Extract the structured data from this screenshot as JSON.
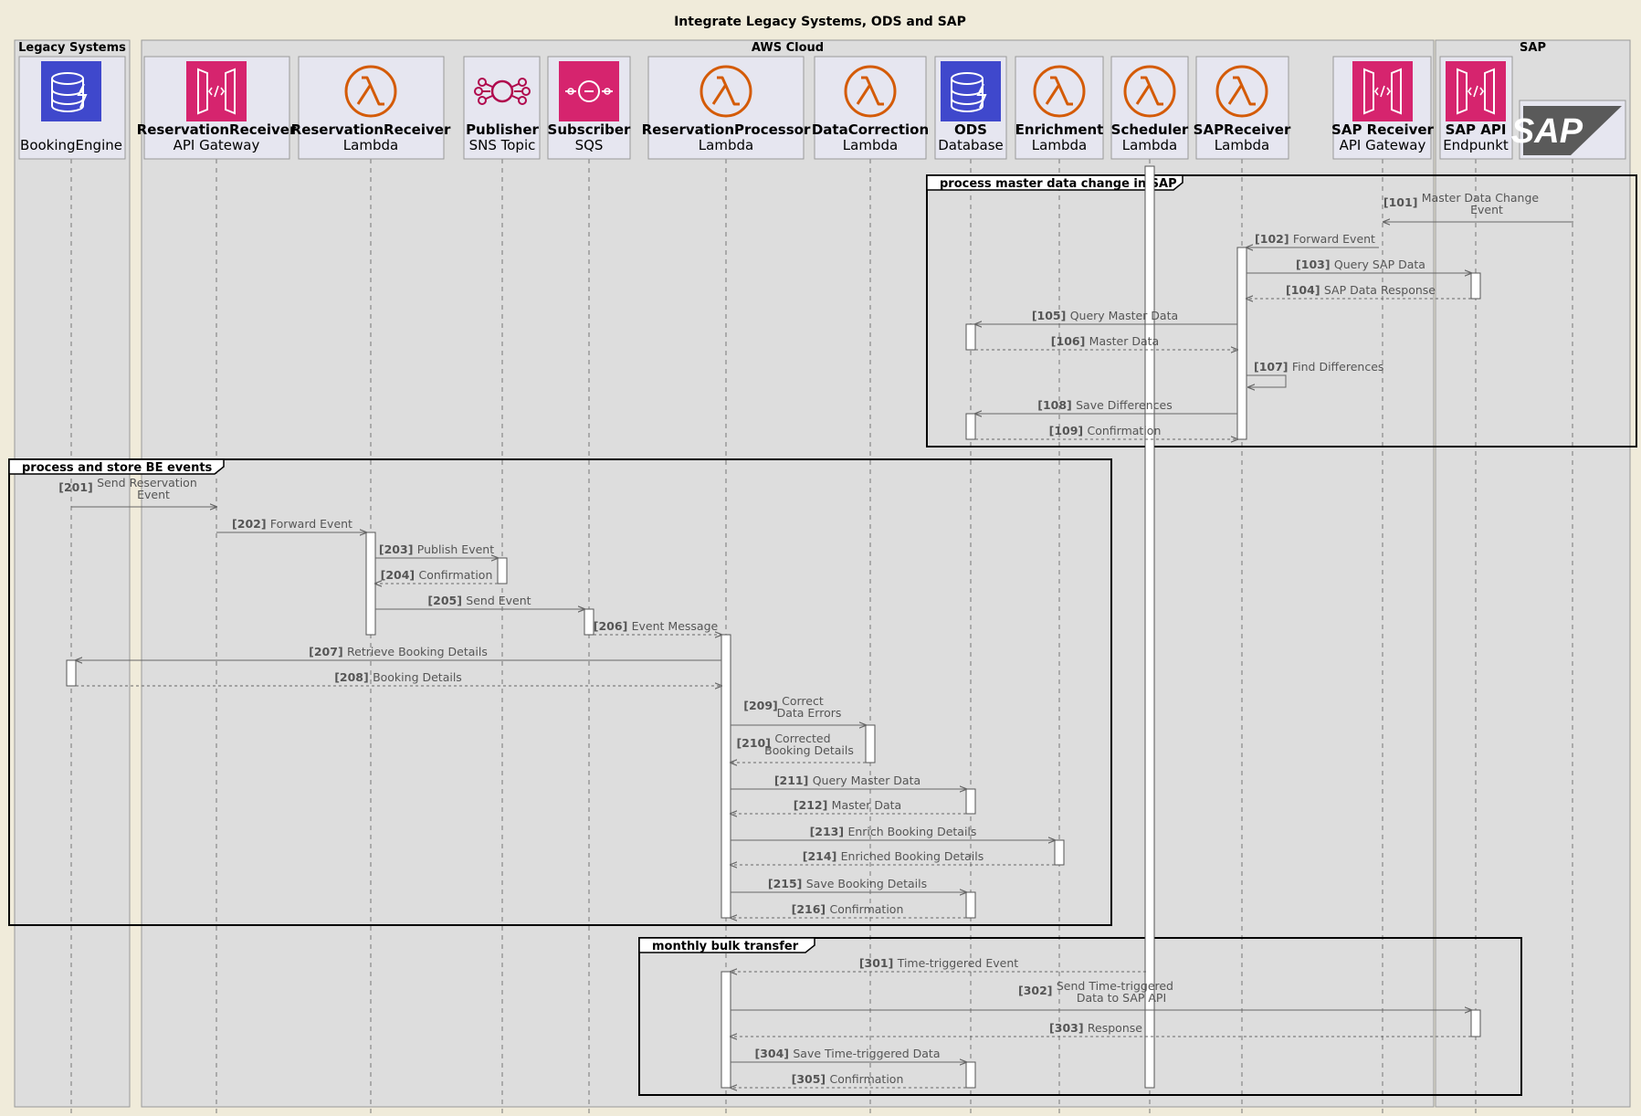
{
  "title": "Integrate Legacy Systems, ODS and SAP",
  "boxes": [
    {
      "id": "legacy",
      "label": "Legacy Systems"
    },
    {
      "id": "aws",
      "label": "AWS Cloud"
    },
    {
      "id": "sap",
      "label": "SAP"
    }
  ],
  "participants": [
    {
      "id": "be",
      "name": "",
      "type": "BookingEngine",
      "icon": "database-icon",
      "color": "#3f48cc"
    },
    {
      "id": "rrgw",
      "name": "ReservationReceiver",
      "type": "API Gateway",
      "icon": "api-gateway-icon",
      "color": "#d6246e"
    },
    {
      "id": "rrl",
      "name": "ReservationReceiver",
      "type": "Lambda",
      "icon": "lambda-icon",
      "color": "#d45b07"
    },
    {
      "id": "pub",
      "name": "Publisher",
      "type": "SNS Topic",
      "icon": "sns-icon",
      "color": "#b0084d"
    },
    {
      "id": "sub",
      "name": "Subscriber",
      "type": "SQS",
      "icon": "sqs-icon",
      "color": "#d6246e"
    },
    {
      "id": "rp",
      "name": "ReservationProcessor",
      "type": "Lambda",
      "icon": "lambda-icon",
      "color": "#d45b07"
    },
    {
      "id": "dc",
      "name": "DataCorrection",
      "type": "Lambda",
      "icon": "lambda-icon",
      "color": "#d45b07"
    },
    {
      "id": "ods",
      "name": "ODS",
      "type": "Database",
      "icon": "database-icon",
      "color": "#3f48cc"
    },
    {
      "id": "enr",
      "name": "Enrichment",
      "type": "Lambda",
      "icon": "lambda-icon",
      "color": "#d45b07"
    },
    {
      "id": "sch",
      "name": "Scheduler",
      "type": "Lambda",
      "icon": "lambda-icon",
      "color": "#d45b07"
    },
    {
      "id": "sapr",
      "name": "SAPReceiver",
      "type": "Lambda",
      "icon": "lambda-icon",
      "color": "#d45b07"
    },
    {
      "id": "saprgw",
      "name": "SAP Receiver",
      "type": "API Gateway",
      "icon": "api-gateway-icon",
      "color": "#d6246e"
    },
    {
      "id": "sapapi",
      "name": "SAP API",
      "type": "Endpunkt",
      "icon": "api-gateway-icon",
      "color": "#d6246e"
    },
    {
      "id": "sapsys",
      "name": "",
      "type": "",
      "icon": "sap-logo-icon",
      "logo_text": "SAP",
      "color": "#5a5a5a"
    }
  ],
  "frames": [
    {
      "title": "process master data change in SAP"
    },
    {
      "title": "process and store BE events"
    },
    {
      "title": "monthly bulk transfer"
    }
  ],
  "messages": [
    {
      "num": "[101]",
      "text": [
        "Master Data Change",
        "Event"
      ]
    },
    {
      "num": "[102]",
      "text": [
        "Forward Event"
      ]
    },
    {
      "num": "[103]",
      "text": [
        "Query SAP Data"
      ]
    },
    {
      "num": "[104]",
      "text": [
        "SAP Data Response"
      ]
    },
    {
      "num": "[105]",
      "text": [
        "Query Master Data"
      ]
    },
    {
      "num": "[106]",
      "text": [
        "Master Data"
      ]
    },
    {
      "num": "[107]",
      "text": [
        "Find Differences"
      ]
    },
    {
      "num": "[108]",
      "text": [
        "Save Differences"
      ]
    },
    {
      "num": "[109]",
      "text": [
        "Confirmation"
      ]
    },
    {
      "num": "[201]",
      "text": [
        "Send Reservation",
        "Event"
      ]
    },
    {
      "num": "[202]",
      "text": [
        "Forward Event"
      ]
    },
    {
      "num": "[203]",
      "text": [
        "Publish Event"
      ]
    },
    {
      "num": "[204]",
      "text": [
        "Confirmation"
      ]
    },
    {
      "num": "[205]",
      "text": [
        "Send Event"
      ]
    },
    {
      "num": "[206]",
      "text": [
        "Event Message"
      ]
    },
    {
      "num": "[207]",
      "text": [
        "Retrieve Booking Details"
      ]
    },
    {
      "num": "[208]",
      "text": [
        "Booking Details"
      ]
    },
    {
      "num": "[209]",
      "text": [
        "Correct",
        "Data Errors"
      ]
    },
    {
      "num": "[210]",
      "text": [
        "Corrected",
        "Booking Details"
      ]
    },
    {
      "num": "[211]",
      "text": [
        "Query Master Data"
      ]
    },
    {
      "num": "[212]",
      "text": [
        "Master Data"
      ]
    },
    {
      "num": "[213]",
      "text": [
        "Enrich Booking Details"
      ]
    },
    {
      "num": "[214]",
      "text": [
        "Enriched Booking Details"
      ]
    },
    {
      "num": "[215]",
      "text": [
        "Save Booking Details"
      ]
    },
    {
      "num": "[216]",
      "text": [
        "Confirmation"
      ]
    },
    {
      "num": "[301]",
      "text": [
        "Time-triggered Event"
      ]
    },
    {
      "num": "[302]",
      "text": [
        "Send Time-triggered",
        "Data to SAP API"
      ]
    },
    {
      "num": "[303]",
      "text": [
        "Response"
      ]
    },
    {
      "num": "[304]",
      "text": [
        "Save Time-triggered Data"
      ]
    },
    {
      "num": "[305]",
      "text": [
        "Confirmation"
      ]
    }
  ]
}
